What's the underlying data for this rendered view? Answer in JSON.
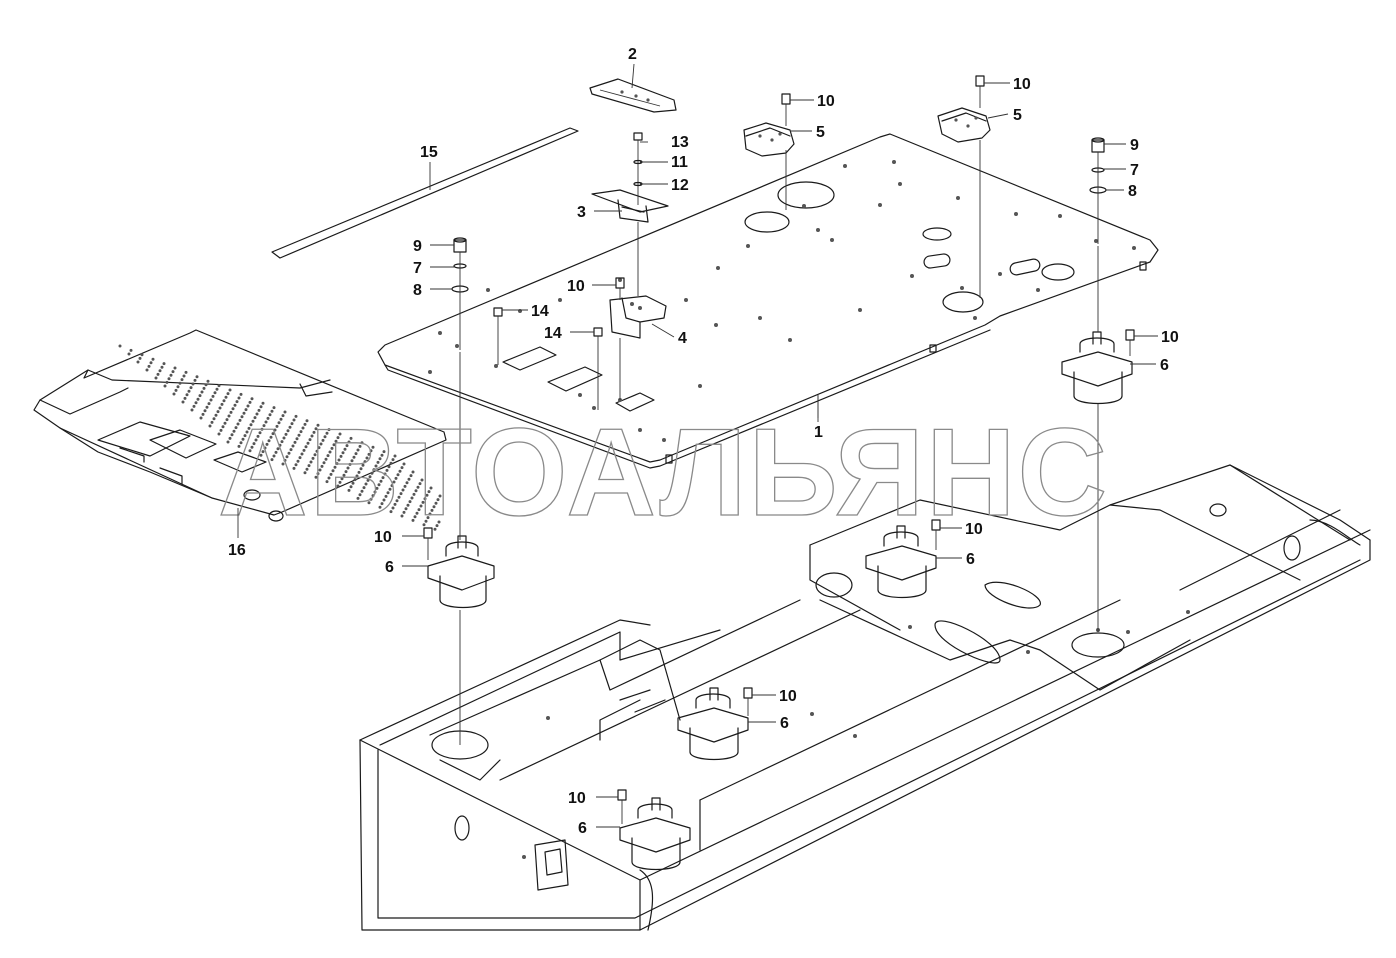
{
  "watermark": "АВТОАЛЬЯНС",
  "callouts": [
    {
      "id": "c2",
      "text": "2"
    },
    {
      "id": "c15",
      "text": "15"
    },
    {
      "id": "c13",
      "text": "13"
    },
    {
      "id": "c11",
      "text": "11"
    },
    {
      "id": "c12",
      "text": "12"
    },
    {
      "id": "c3",
      "text": "3"
    },
    {
      "id": "c10a",
      "text": "10"
    },
    {
      "id": "c5a",
      "text": "5"
    },
    {
      "id": "c10b",
      "text": "10"
    },
    {
      "id": "c5b",
      "text": "5"
    },
    {
      "id": "c9a",
      "text": "9"
    },
    {
      "id": "c7a",
      "text": "7"
    },
    {
      "id": "c8a",
      "text": "8"
    },
    {
      "id": "c9b",
      "text": "9"
    },
    {
      "id": "c7b",
      "text": "7"
    },
    {
      "id": "c8b",
      "text": "8"
    },
    {
      "id": "c10c",
      "text": "10"
    },
    {
      "id": "c14a",
      "text": "14"
    },
    {
      "id": "c14b",
      "text": "14"
    },
    {
      "id": "c4",
      "text": "4"
    },
    {
      "id": "c10d",
      "text": "10"
    },
    {
      "id": "c6a",
      "text": "6"
    },
    {
      "id": "c1",
      "text": "1"
    },
    {
      "id": "c16",
      "text": "16"
    },
    {
      "id": "c10e",
      "text": "10"
    },
    {
      "id": "c6b",
      "text": "6"
    },
    {
      "id": "c10f",
      "text": "10"
    },
    {
      "id": "c6c",
      "text": "6"
    },
    {
      "id": "c10g",
      "text": "10"
    },
    {
      "id": "c6d",
      "text": "6"
    },
    {
      "id": "c10h",
      "text": "10"
    },
    {
      "id": "c6e",
      "text": "6"
    }
  ]
}
